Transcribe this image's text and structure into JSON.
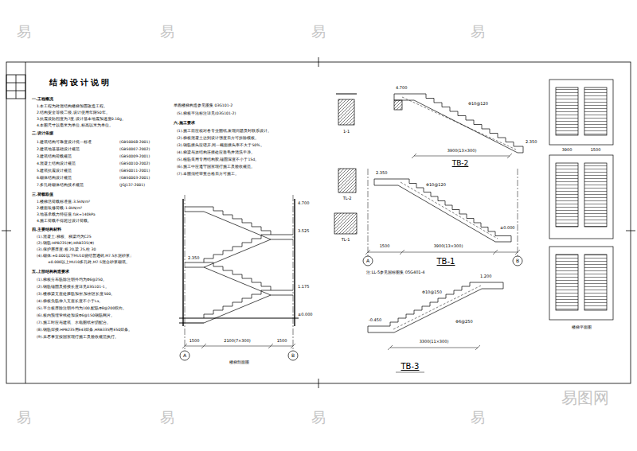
{
  "diagram": {
    "title": "结构设计说明",
    "labels": [
      "一.工程概况",
      "1.本工程为砖混结构楼梯加固改造工程。",
      "2.结构安全等级二级,设计使用年限50年。",
      "3.抗震设防烈度为7度,设计基本地震加速度0.10g。",
      "4.本图尺寸以毫米为单位,标高以米为单位。",
      "二.设计依据",
      "1.建筑结构可靠度设计统一标准",
      "(GB50068-2001)",
      "2.建筑地基基础设计规范",
      "(GB50007-2002)",
      "3.建筑结构荷载规范",
      "(GB50009-2001)",
      "4.混凝土结构设计规范",
      "(GB50010-2002)",
      "5.建筑抗震设计规范",
      "(GB50011-2001)",
      "6.砌体结构设计规范",
      "(GB50003-2001)",
      "7.多孔砖砌体结构技术规范",
      "(JGJ137-2001)",
      "三.荷载取值",
      "1.楼梯活荷载标准值:3.5kN/m²",
      "2.楼面装修荷载:1.0kN/m²",
      "3.地基承载力特征值:fak=140kPa",
      "4.施工荷载不得超过设计荷载。",
      "四.主要结构材料",
      "(1).混凝土:梯板、梯梁均为C25",
      "(2).钢筋:HPB235(Φ),HRB335(Φ)",
      "(3).保护层厚度:板 20,梁 25,柱 30",
      "(4).砌体:±0.000以下MU10烧结普通砖,M7.5水泥砂浆;",
      "±0.000以上MU10多孔砖,M7.5混合砂浆砌筑。",
      "五.上部结构构造要求",
      "(1).梯板分布筋除注明外均为Φ6@250。",
      "(2).钢筋锚固及搭接长度详见03G101-1。",
      "(3).楼梯梁支座处箍筋加密,加密区长度500。",
      "(4).梯板负筋伸入支座长度不小于La。",
      "(5).平台板厚除注明外均为100,配筋Φ8@200双向。",
      "(6).板内预埋管线处加设Φ6@150钢筋网片。",
      "(7).施工时应与建筑、水电图纸密切配合。",
      "(8).钢筋焊接:HPB235用E43焊条,HRB335用E50焊条。",
      "(9).未尽事宜按国家现行施工及验收规范执行。",
      "单跑楼梯构造参见图集 03G101-2",
      "(5).梯板平法标注详见(03G101-2)",
      "六.施工要求",
      "(1).施工前应核对各专业图纸,发现问题及时联系设计。",
      "(2).梯板混凝土达到设计强度后方可拆除模板。",
      "(3).钢筋接头应错开,同一截面接头率不大于50%。",
      "(4).梯梁与原结构连接处应凿毛并清洗干净。",
      "(5).植筋采用专用结构胶,锚固深度不小于15d。",
      "(6).施工中应遵守国家现行施工及验收规范。",
      "(7).本图须经审查合格后方可施工。",
      "楼梯剖面图",
      "A",
      "B",
      "1500",
      "2100(7×300)",
      "1500",
      "4.700",
      "3.525",
      "1.175",
      "±0.000",
      "2.350",
      "4.700",
      "2.350",
      "3900(13×300)",
      "TB-2",
      "Φ10@120",
      "1-1",
      "2.350",
      "±0.000",
      "1500",
      "3900(13×300)",
      "A",
      "B",
      "TB-1",
      "Φ10@120",
      "TL-2",
      "TL-1",
      "注:LL-5参见国标图集 05G401-4",
      "-0.450",
      "1.200",
      "3300(11×300)",
      "Φ10@150",
      "Φ6@250",
      "TB-3",
      "3900",
      "1500",
      "楼梯平面图",
      "易",
      "易",
      "易",
      "易",
      "易",
      "易",
      "易",
      "易",
      "易图网"
    ]
  }
}
